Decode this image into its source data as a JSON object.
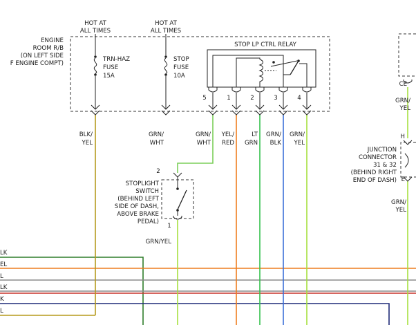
{
  "hot_labels": {
    "left": [
      "HOT AT",
      "ALL TIMES"
    ],
    "right": [
      "HOT AT",
      "ALL TIMES"
    ]
  },
  "engine_rb": [
    "ENGINE",
    "ROOM R/B",
    "(ON LEFT SIDE",
    "F ENGINE COMPT)"
  ],
  "fuses": {
    "trn_haz": [
      "TRN-HAZ",
      "FUSE",
      "15A"
    ],
    "stop": [
      "STOP",
      "FUSE",
      "10A"
    ]
  },
  "relay": {
    "title": "STOP LP CTRL RELAY",
    "pins": [
      "5",
      "1",
      "2",
      "3",
      "4"
    ]
  },
  "wire_labels": [
    [
      "BLK/",
      "YEL"
    ],
    [
      "GRN/",
      "WHT"
    ],
    [
      "GRN/",
      "WHT"
    ],
    [
      "YEL/",
      "RED"
    ],
    [
      "LT",
      "GRN"
    ],
    [
      "GRN/",
      "BLK"
    ],
    [
      "GRN/",
      "YEL"
    ]
  ],
  "stoplight_switch": {
    "label": [
      "STOPLIGHT",
      "SWITCH",
      "(BEHIND LEFT",
      "SIDE OF DASH,",
      "ABOVE BRAKE",
      "PEDAL)"
    ],
    "pin_top": "2",
    "pin_bottom": "1",
    "wire_out": "GRN/YEL"
  },
  "right_side": {
    "ce_label": "CE",
    "wire_top": [
      "GRN/",
      "YEL"
    ],
    "pin_h": "H",
    "junction": [
      "JUNCTION",
      "CONNECTOR",
      "31 & 32",
      "(BEHIND RIGHT",
      "END OF DASH)"
    ],
    "pin_e": "E",
    "wire_bottom": [
      "GRN/",
      "YEL"
    ]
  },
  "left_bus_labels": [
    "LK",
    "EL",
    "L",
    "LK",
    "K",
    "L"
  ],
  "colors": {
    "blk_yel": "#b59a1c",
    "grn_wht": "#7ccf5a",
    "yel_red": "#ee7d1e",
    "lt_grn": "#36c24e",
    "grn_blk": "#3a6fd8",
    "grn_yel": "#a6df3f",
    "dark_green": "#2f7d2a",
    "gray": "#8c8c8c",
    "red": "#c8342c",
    "navy": "#1f2a78"
  }
}
